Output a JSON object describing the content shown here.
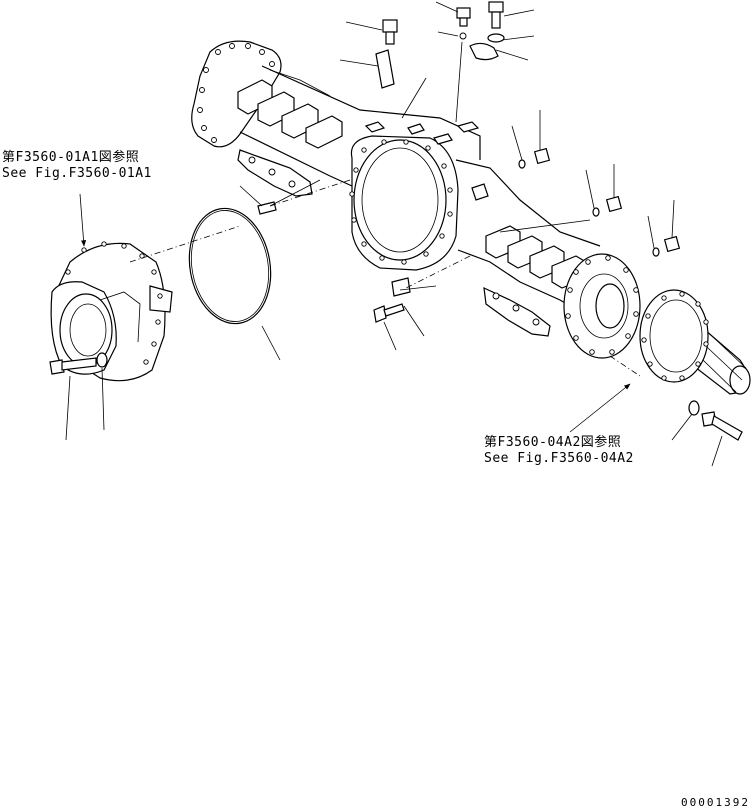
{
  "references": {
    "left": {
      "line1": "第F3560-01A1図参照",
      "line2": "See Fig.F3560-01A1"
    },
    "right": {
      "line1": "第F3560-04A2図参照",
      "line2": "See Fig.F3560-04A2"
    }
  },
  "drawing_code": "00001392"
}
